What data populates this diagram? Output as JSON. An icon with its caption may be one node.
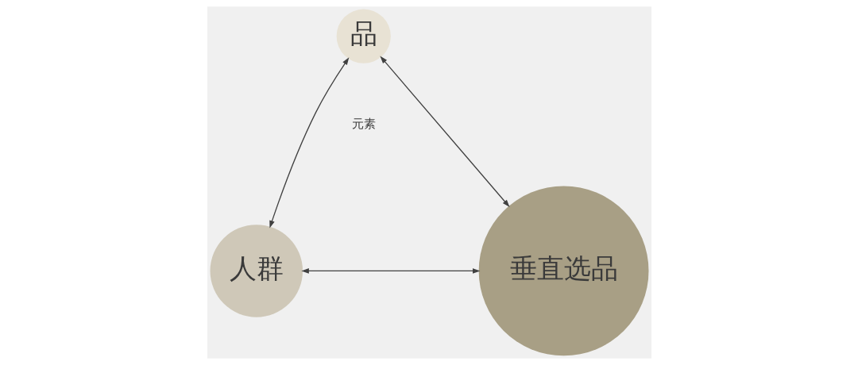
{
  "diagram": {
    "nodes": [
      {
        "text": [
          "品"
        ]
      },
      {
        "text": [
          "人群"
        ]
      },
      {
        "text": [
          "垂直选品"
        ]
      }
    ],
    "edges": [
      {
        "from": 0,
        "to": 1,
        "arrow": "both"
      },
      {
        "from": 0,
        "to": 2,
        "arrow": "both"
      },
      {
        "from": 1,
        "to": 2,
        "arrow": "both"
      }
    ],
    "labels": [
      "元素"
    ]
  }
}
